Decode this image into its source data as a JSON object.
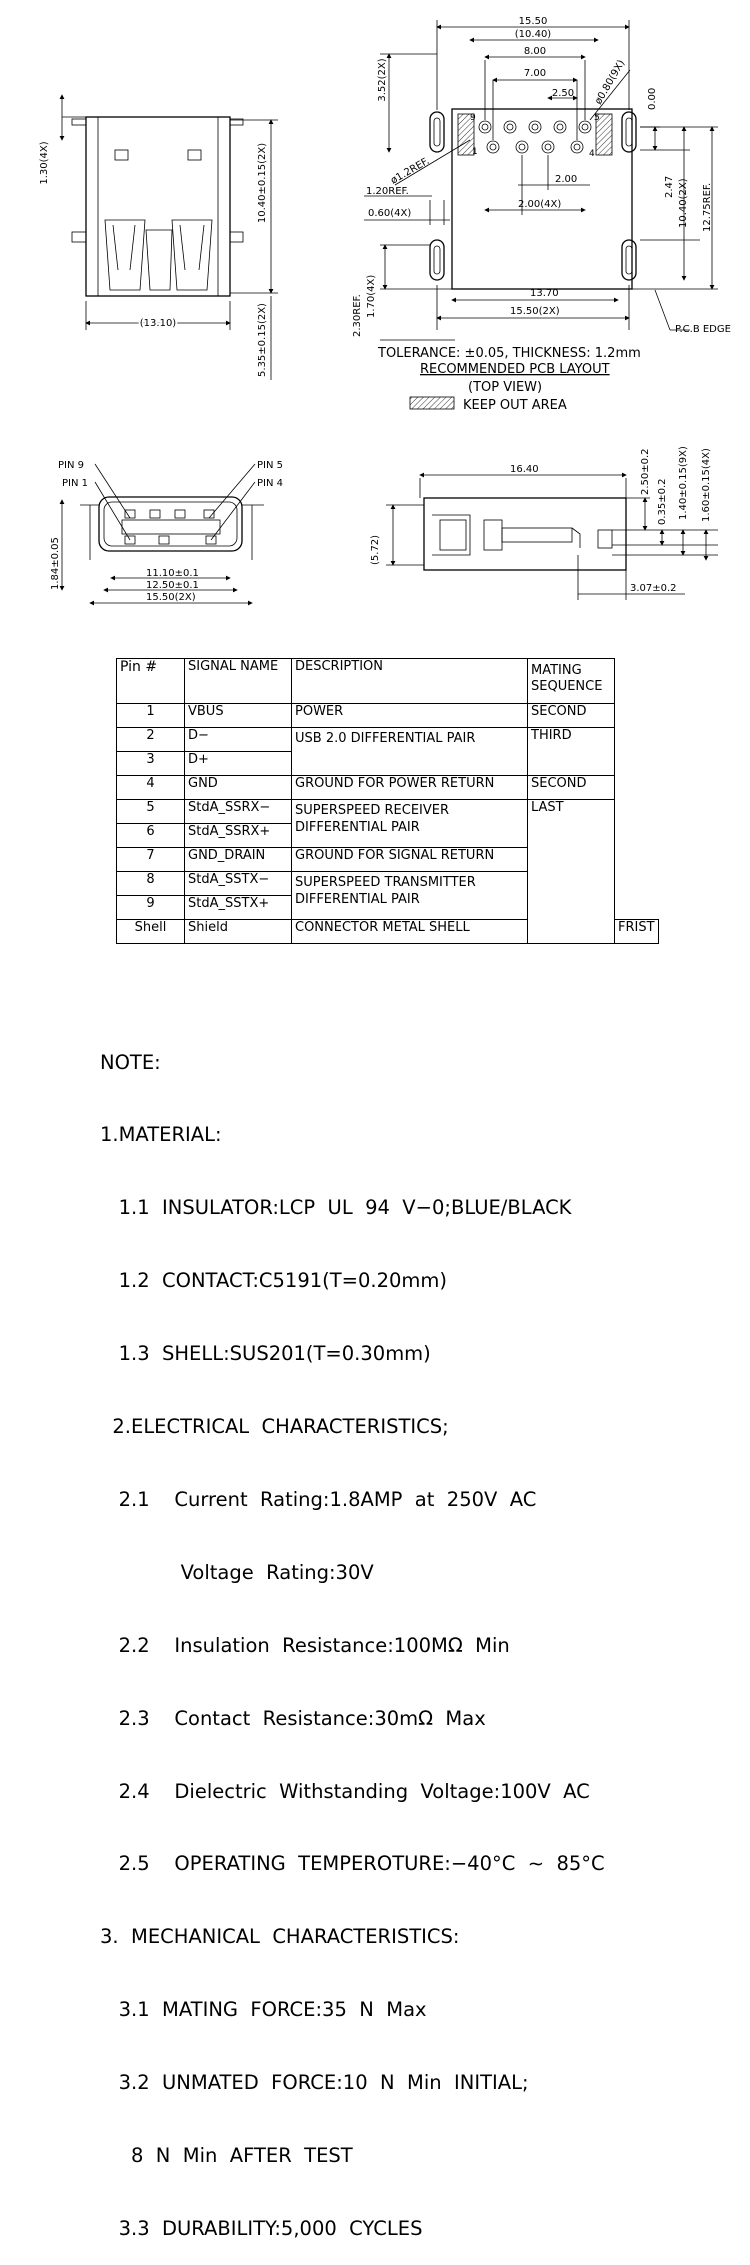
{
  "drawings": {
    "front_view": {
      "dims": [
        "1.30(4X)",
        "10.40±0.15(2X)",
        "5.35±0.15(2X)",
        "(13.10)"
      ]
    },
    "pcb_layout": {
      "dims": [
        "15.50",
        "(10.40)",
        "8.00",
        "7.00",
        "2.50",
        "ø0.80(9X)",
        "0.00",
        "3.52(2X)",
        "ø1.2REF.",
        "1.20REF.",
        "0.60(4X)",
        "2.00",
        "2.00(4X)",
        "2.47",
        "10.40(2X)",
        "12.75REF.",
        "2.30REF.",
        "1.70(4X)",
        "13.70",
        "15.50(2X)",
        "P.C.B EDGE"
      ],
      "pin_labels": [
        "9",
        "5",
        "1",
        "4"
      ],
      "caption": {
        "tolerance": "TOLERANCE: ±0.05, THICKNESS: 1.2mm",
        "title": "RECOMMENDED PCB LAYOUT",
        "view": "(TOP VIEW)",
        "legend": "KEEP OUT AREA"
      }
    },
    "mating_face": {
      "labels": [
        "PIN 9",
        "PIN 1",
        "PIN 5",
        "PIN 4"
      ],
      "dims": [
        "1.84±0.05",
        "11.10±0.1",
        "12.50±0.1",
        "15.50(2X)"
      ]
    },
    "side_view": {
      "dims": [
        "16.40",
        "(5.72)",
        "2.50±0.2",
        "0.35±0.2",
        "1.40±0.15(9X)",
        "1.60±0.15(4X)",
        "3.07±0.2"
      ]
    }
  },
  "pin_table": {
    "headers": [
      "Pin #",
      "SIGNAL NAME",
      "DESCRIPTION",
      "MATING SEQUENCE"
    ],
    "rows": [
      {
        "pin": "1",
        "signal": "VBUS",
        "description": "POWER",
        "sequence": "SECOND"
      },
      {
        "pin": "2",
        "signal": "D−",
        "description": "USB 2.0 DIFFERENTIAL PAIR",
        "sequence": "THIRD"
      },
      {
        "pin": "3",
        "signal": "D+",
        "description": "",
        "sequence": ""
      },
      {
        "pin": "4",
        "signal": "GND",
        "description": "GROUND FOR POWER RETURN",
        "sequence": "SECOND"
      },
      {
        "pin": "5",
        "signal": "StdA_SSRX−",
        "description": "SUPERSPEED RECEIVER DIFFERENTIAL PAIR",
        "sequence": "LAST"
      },
      {
        "pin": "6",
        "signal": "StdA_SSRX+",
        "description": "",
        "sequence": ""
      },
      {
        "pin": "7",
        "signal": "GND_DRAIN",
        "description": "GROUND FOR SIGNAL RETURN",
        "sequence": ""
      },
      {
        "pin": "8",
        "signal": "StdA_SSTX−",
        "description": "SUPERSPEED TRANSMITTER DIFFERENTIAL PAIR",
        "sequence": ""
      },
      {
        "pin": "9",
        "signal": "StdA_SSTX+",
        "description": "",
        "sequence": ""
      },
      {
        "pin": "Shell",
        "signal": "Shield",
        "description": "CONNECTOR METAL SHELL",
        "sequence": "FRIST"
      }
    ]
  },
  "notes": [
    "NOTE:",
    "1.MATERIAL:",
    "   1.1  INSULATOR:LCP  UL  94  V−0;BLUE/BLACK",
    "   1.2  CONTACT:C5191(T=0.20mm)",
    "   1.3  SHELL:SUS201(T=0.30mm)",
    "  2.ELECTRICAL  CHARACTERISTICS;",
    "   2.1    Current  Rating:1.8AMP  at  250V  AC",
    "             Voltage  Rating:30V",
    "   2.2    Insulation  Resistance:100MΩ  Min",
    "   2.3    Contact  Resistance:30mΩ  Max",
    "   2.4    Dielectric  Withstanding  Voltage:100V  AC",
    "   2.5    OPERATING  TEMPEROTURE:−40°C  ∼  85°C",
    "3.  MECHANICAL  CHARACTERISTICS:",
    "   3.1  MATING  FORCE:35  N  Max",
    "   3.2  UNMATED  FORCE:10  N  Min  INITIAL;",
    "     8  N  Min  AFTER  TEST",
    "   3.3  DURABILITY:5,000  CYCLES"
  ]
}
